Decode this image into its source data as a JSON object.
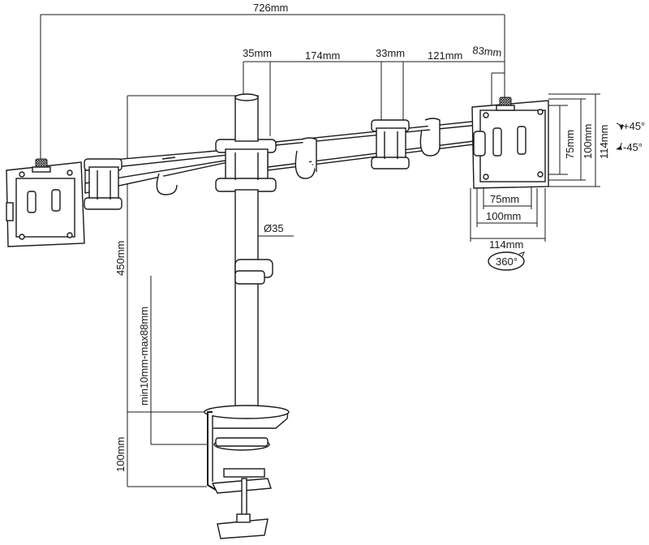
{
  "diagram": {
    "labels": {
      "total_width": "726mm",
      "pole_to_arm": "35mm",
      "arm_length": "174mm",
      "joint_width": "33mm",
      "joint_to_end": "121mm",
      "end_to_plate": "83mm",
      "pole_diameter": "Ø35",
      "pole_height": "450mm",
      "clamp_range": "min10mm-max88mm",
      "clamp_height": "100mm",
      "vesa_small_h": "75mm",
      "vesa_large_h": "100mm",
      "plate_height": "114mm",
      "vesa_small_w": "75mm",
      "vesa_large_w": "100mm",
      "plate_width": "114mm",
      "tilt_up": "+45°",
      "tilt_down": "-45°",
      "rotation": "360°"
    }
  }
}
